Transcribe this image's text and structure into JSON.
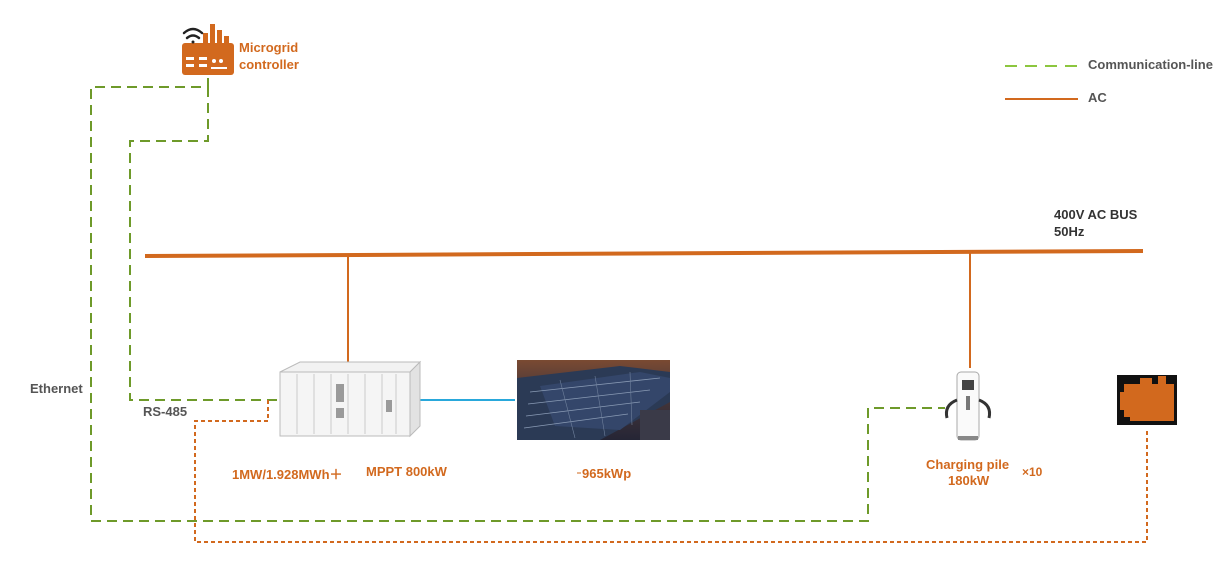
{
  "controller": {
    "line1": "Microgrid",
    "line2": "controller"
  },
  "legend": {
    "communication_label": "Communication-line",
    "ac_label": "AC",
    "communication_color": "#8CC63F",
    "ac_color": "#D2691E"
  },
  "bus": {
    "line1": "400V AC BUS",
    "line2": "50Hz"
  },
  "links": {
    "ethernet": "Ethernet",
    "rs485": "RS-485"
  },
  "storage": {
    "capacity": "1MW/1.928MWh＋",
    "mppt": "MPPT  800kW"
  },
  "pv": {
    "capacity": "965kWp"
  },
  "charger": {
    "line1": "Charging pile",
    "line2": "180kW",
    "count": "×10"
  },
  "colors": {
    "accent": "#D2691E",
    "comm": "#6E9A2A",
    "dc_link": "#29A8DB",
    "text_gray": "#555555"
  },
  "icons": [
    "factory-icon",
    "wifi-icon",
    "battery-container-icon",
    "solar-panel-icon",
    "ev-charger-icon",
    "generator-icon"
  ]
}
